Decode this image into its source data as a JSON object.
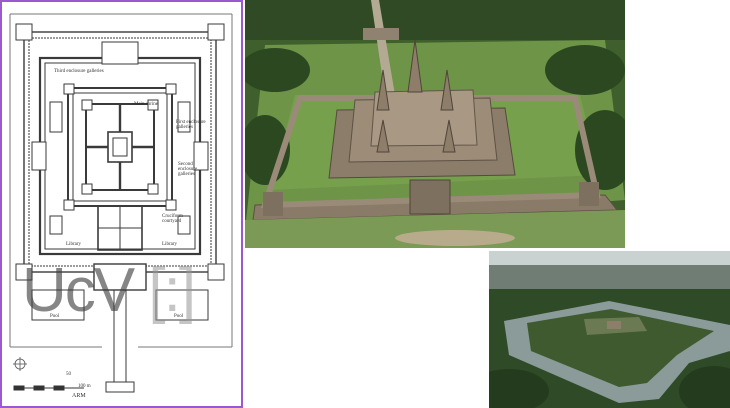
{
  "plan": {
    "labels": {
      "third_enclosure": "Third enclosure galleries",
      "main_shrine": "Main shrine",
      "first_enclosure": "First enclosure galleries",
      "second_enclosure": "Second enclosure galleries",
      "cruciform": "Cruciform courtyard",
      "library_left": "Library",
      "library_right": "Library",
      "pool_left": "Pool",
      "pool_right": "Pool",
      "scale_mid": "50",
      "scale_end": "100 m",
      "credit": "ARM"
    },
    "watermark": {
      "part1": "UcV",
      "part2": " [:]",
      "note": "watermark lettering"
    }
  },
  "photos": {
    "aerial_temple": "aerial-temple-photo",
    "moat": "moat-aerial-photo"
  },
  "colors": {
    "plan_border": "#9b59d0",
    "plan_line": "#3a3a3a",
    "grass": "#5d8a3a",
    "stone": "#8a7a68",
    "water": "#7d8e8f"
  }
}
